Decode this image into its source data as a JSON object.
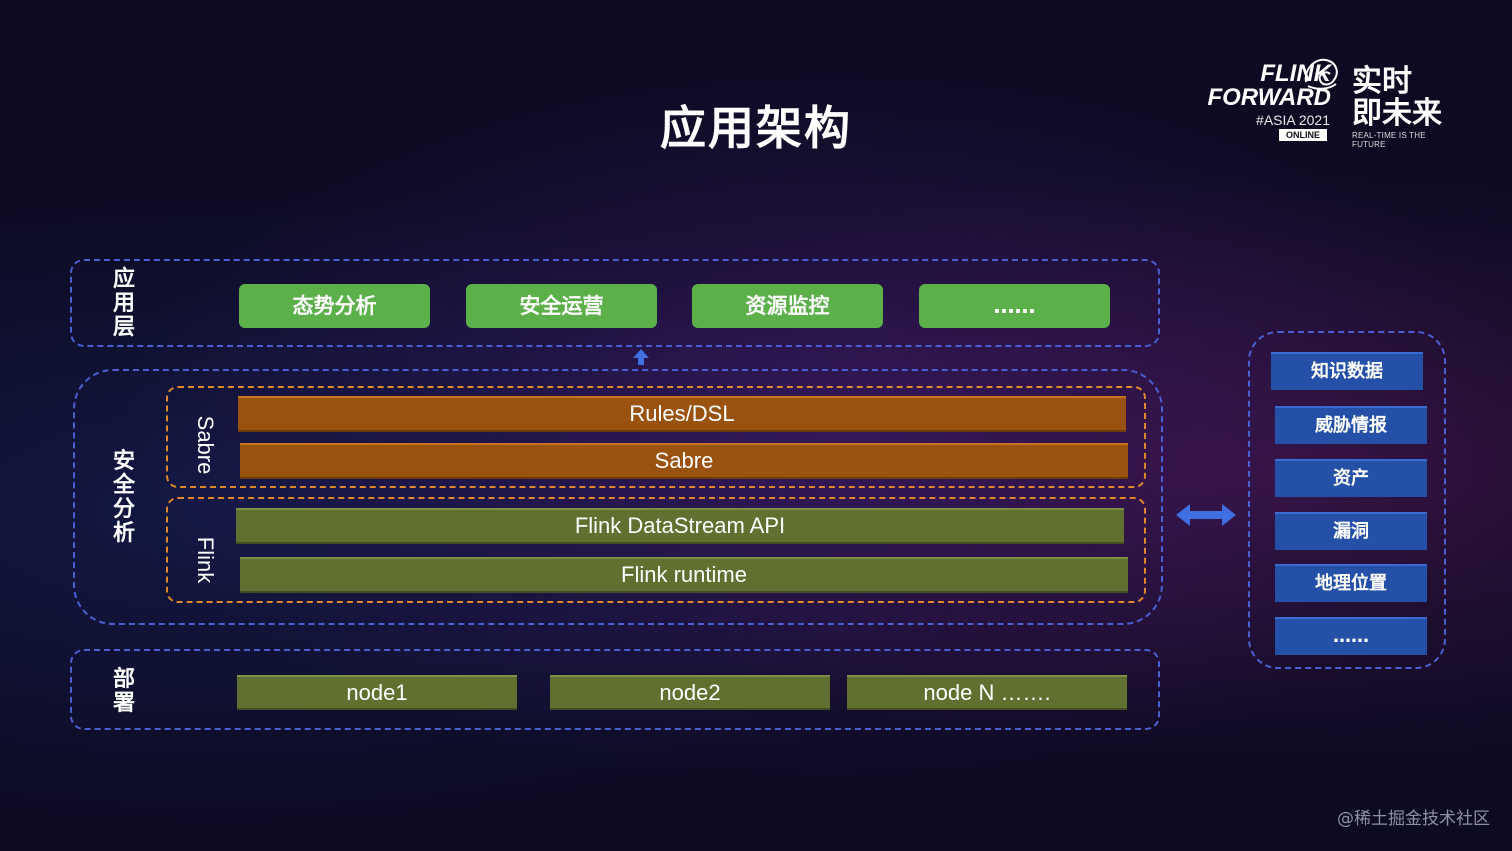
{
  "title": "应用架构",
  "logo": {
    "flink_line1": "FLINK",
    "flink_line2": "FORWARD",
    "asia": "#ASIA 2021",
    "online": "ONLINE",
    "cn_line1": "实时",
    "cn_line2": "即未来",
    "tagline": "REAL-TIME IS THE FUTURE"
  },
  "app_layer": {
    "label": "应\n用\n层",
    "items": [
      "态势分析",
      "安全运营",
      "资源监控",
      "……"
    ]
  },
  "security_layer": {
    "label": "安\n全\n分\n析",
    "sabre": {
      "label": "Sabre",
      "bars": [
        "Rules/DSL",
        "Sabre"
      ]
    },
    "flink": {
      "label": "Flink",
      "bars": [
        "Flink DataStream API",
        "Flink runtime"
      ]
    }
  },
  "deploy_layer": {
    "label": "部\n署",
    "nodes": [
      "node1",
      "node2",
      "node N ……."
    ]
  },
  "knowledge": {
    "items": [
      "知识数据",
      "威胁情报",
      "资产",
      "漏洞",
      "地理位置",
      "……"
    ]
  },
  "watermark": "@稀土掘金技术社区",
  "colors": {
    "frame_blue": "#4a5fd1",
    "frame_orange": "#e0882a",
    "app_green": "#5cb04a",
    "sabre_orange": "#9a5210",
    "flink_olive": "#5f7030",
    "knowledge_blue": "#2450a8",
    "arrow_blue": "#3f6fe0"
  },
  "icons": [
    "squirrel-logo-icon",
    "arrow-up-icon",
    "double-arrow-icon"
  ]
}
